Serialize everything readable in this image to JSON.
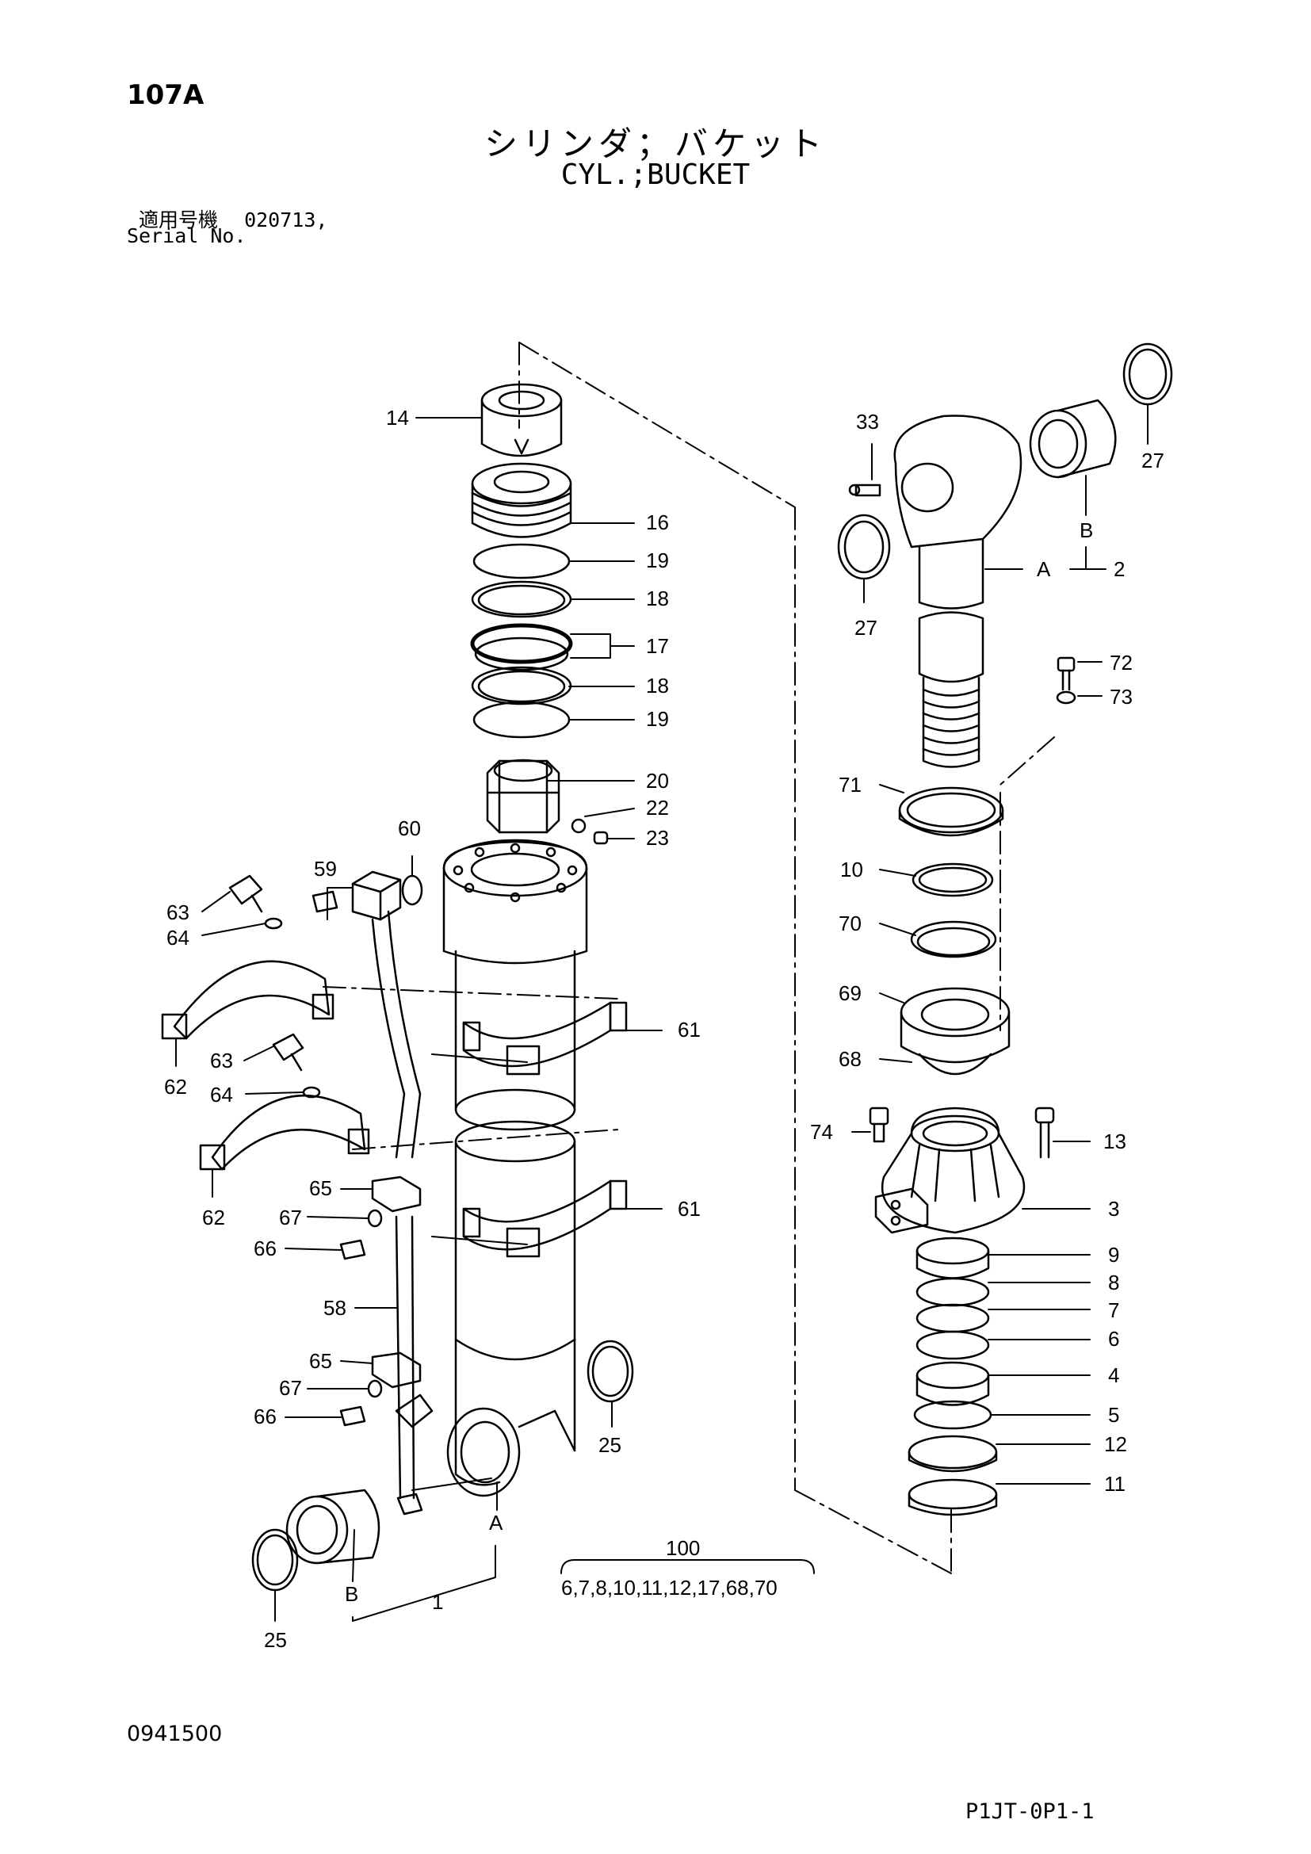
{
  "header": {
    "page_no": "107A",
    "title_jp": "シリンダ；バケット",
    "title_en": "CYL.;BUCKET",
    "serial_label_jp": "適用号機",
    "serial_value": "020713,",
    "serial_label_en": "Serial No."
  },
  "footer": {
    "doc_no": "0941500",
    "sheet_id": "P1JT-0P1-1"
  },
  "callouts": {
    "c14": "14",
    "c16": "16",
    "c19a": "19",
    "c18a": "18",
    "c17": "17",
    "c18b": "18",
    "c19b": "19",
    "c20": "20",
    "c22": "22",
    "c23": "23",
    "c60": "60",
    "c59": "59",
    "c63a": "63",
    "c64a": "64",
    "c62a": "62",
    "c63b": "63",
    "c64b": "64",
    "c62b": "62",
    "c61a": "61",
    "c61b": "61",
    "c65a": "65",
    "c67a": "67",
    "c66a": "66",
    "c58": "58",
    "c65b": "65",
    "c67b": "67",
    "c66b": "66",
    "c25a": "25",
    "c25b": "25",
    "cA_left": "A",
    "cB_left": "B",
    "c1": "1",
    "c100": "100",
    "c100_list": "6,7,8,10,11,12,17,68,70",
    "c33": "33",
    "c27a": "27",
    "c27b": "27",
    "cB_right": "B",
    "cA_right": "A",
    "c2": "2",
    "c72": "72",
    "c73": "73",
    "c71": "71",
    "c10": "10",
    "c70": "70",
    "c69": "69",
    "c68": "68",
    "c74": "74",
    "c13": "13",
    "c3": "3",
    "c9": "9",
    "c8": "8",
    "c7": "7",
    "c6": "6",
    "c4": "4",
    "c5": "5",
    "c12": "12",
    "c11": "11"
  }
}
